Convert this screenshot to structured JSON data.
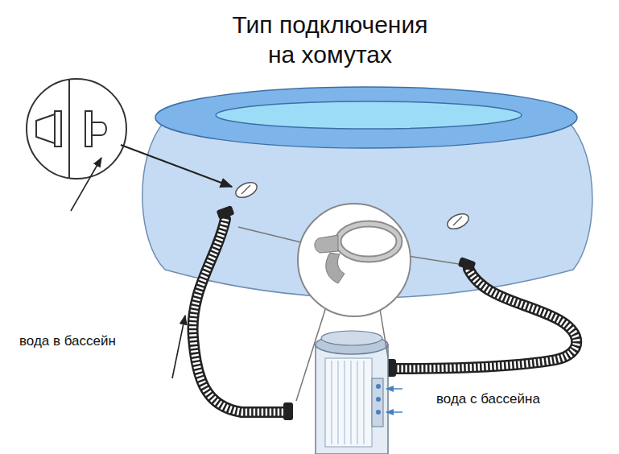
{
  "diagram": {
    "title": "Тип подключения на хомутах",
    "labels": [
      "вода в бассейн",
      "вода с бассейна"
    ]
  }
}
